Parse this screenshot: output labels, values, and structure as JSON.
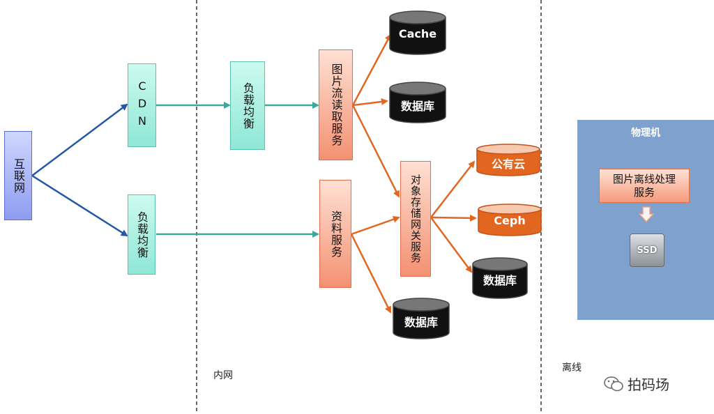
{
  "nodes": {
    "internet": "互联网",
    "cdn": "CDN",
    "lb_top": "负载均衡",
    "lb_bottom": "负载均衡",
    "image_read": "图片流读取服务",
    "resource": "资料服务",
    "gateway": "对象存储网关服务"
  },
  "stores": {
    "cache": "Cache",
    "db_top": "数据库",
    "public_cloud": "公有云",
    "ceph": "Ceph",
    "db_right": "数据库",
    "db_bottom": "数据库"
  },
  "zones": {
    "intranet": "内网",
    "offline": "离线"
  },
  "physical": {
    "title": "物理机",
    "process_line1": "图片离线处理",
    "process_line2": "服务",
    "ssd_label": "SSD"
  },
  "watermark": "拍码场",
  "colors": {
    "blue_arrow": "#2457a6",
    "teal_arrow": "#3aa99a",
    "orange_arrow": "#e2661f",
    "physical_bg": "#7ea2cd"
  }
}
